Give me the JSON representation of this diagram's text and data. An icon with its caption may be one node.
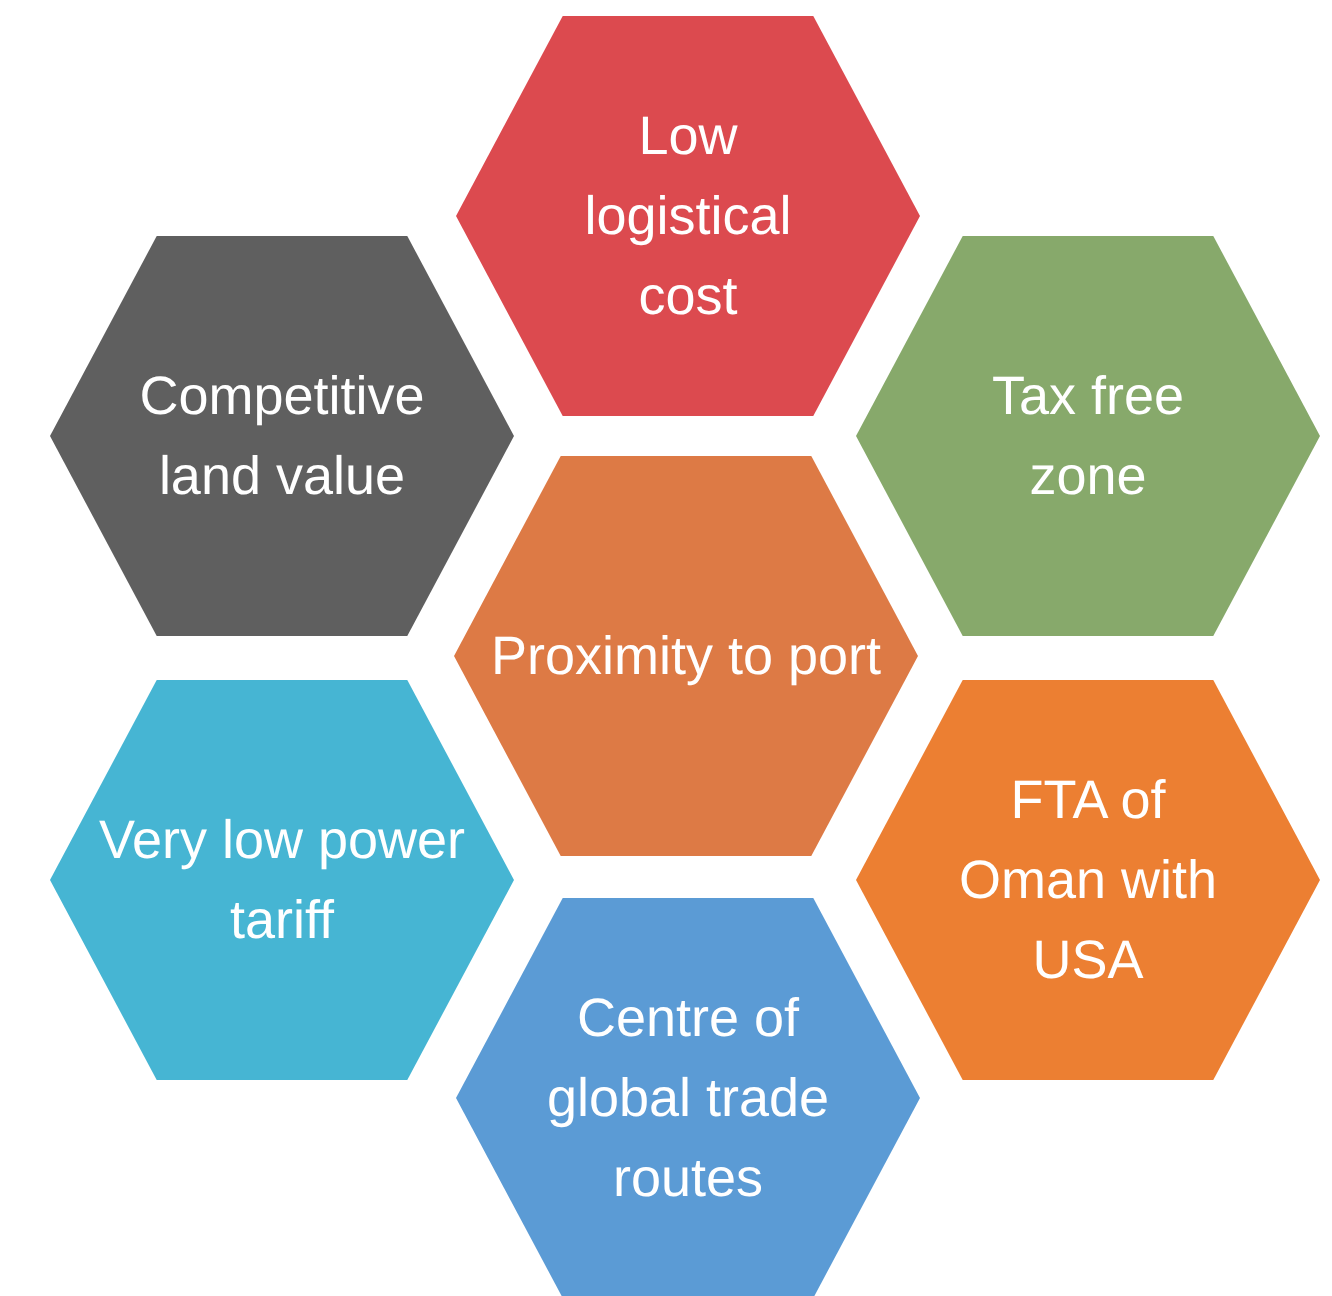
{
  "diagram": {
    "nodes": [
      {
        "text": [
          "Low logistical cost"
        ]
      },
      {
        "text": [
          "Competitive land value"
        ]
      },
      {
        "text": [
          "Tax free zone"
        ]
      },
      {
        "text": [
          "Proximity to port"
        ]
      },
      {
        "text": [
          "Very low power tariff"
        ]
      },
      {
        "text": [
          "FTA of Oman with USA"
        ]
      },
      {
        "text": [
          "Centre of global trade routes"
        ]
      }
    ]
  }
}
